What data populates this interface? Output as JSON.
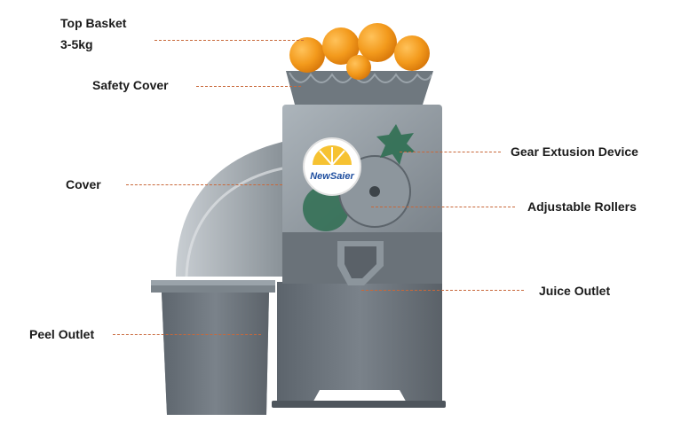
{
  "callouts": {
    "top_basket": "Top Basket",
    "top_basket_capacity": "3-5kg",
    "safety_cover": "Safety Cover",
    "cover": "Cover",
    "peel_outlet": "Peel Outlet",
    "gear_extrusion": "Gear Extusion Device",
    "adjustable_rollers": "Adjustable Rollers",
    "juice_outlet": "Juice Outlet"
  },
  "brand": "NewSaier",
  "colors": {
    "leader_line": "#c8683a",
    "machine_body": "#6e767e",
    "transparent_panel": "#8a949c",
    "orange": "#f39a1c",
    "gear_green": "#2f6f52"
  }
}
